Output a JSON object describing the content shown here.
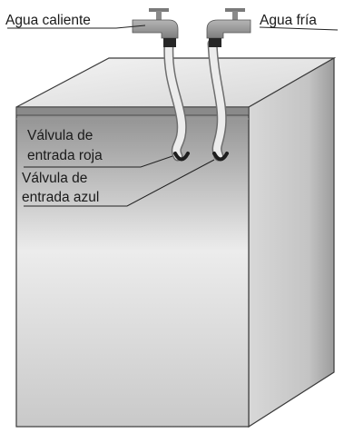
{
  "labels": {
    "hot_water": "Agua caliente",
    "cold_water": "Agua fría",
    "red_valve_line1": "Válvula de",
    "red_valve_line2": "entrada roja",
    "blue_valve_line1": "Válvula de",
    "blue_valve_line2": "entrada azul"
  },
  "colors": {
    "outline": "#3a3a3a",
    "trim_band": "#8a8a8a",
    "faucet": "#9a9a9a",
    "hose": "#e6e6e6",
    "connector": "#1e1e1e"
  }
}
